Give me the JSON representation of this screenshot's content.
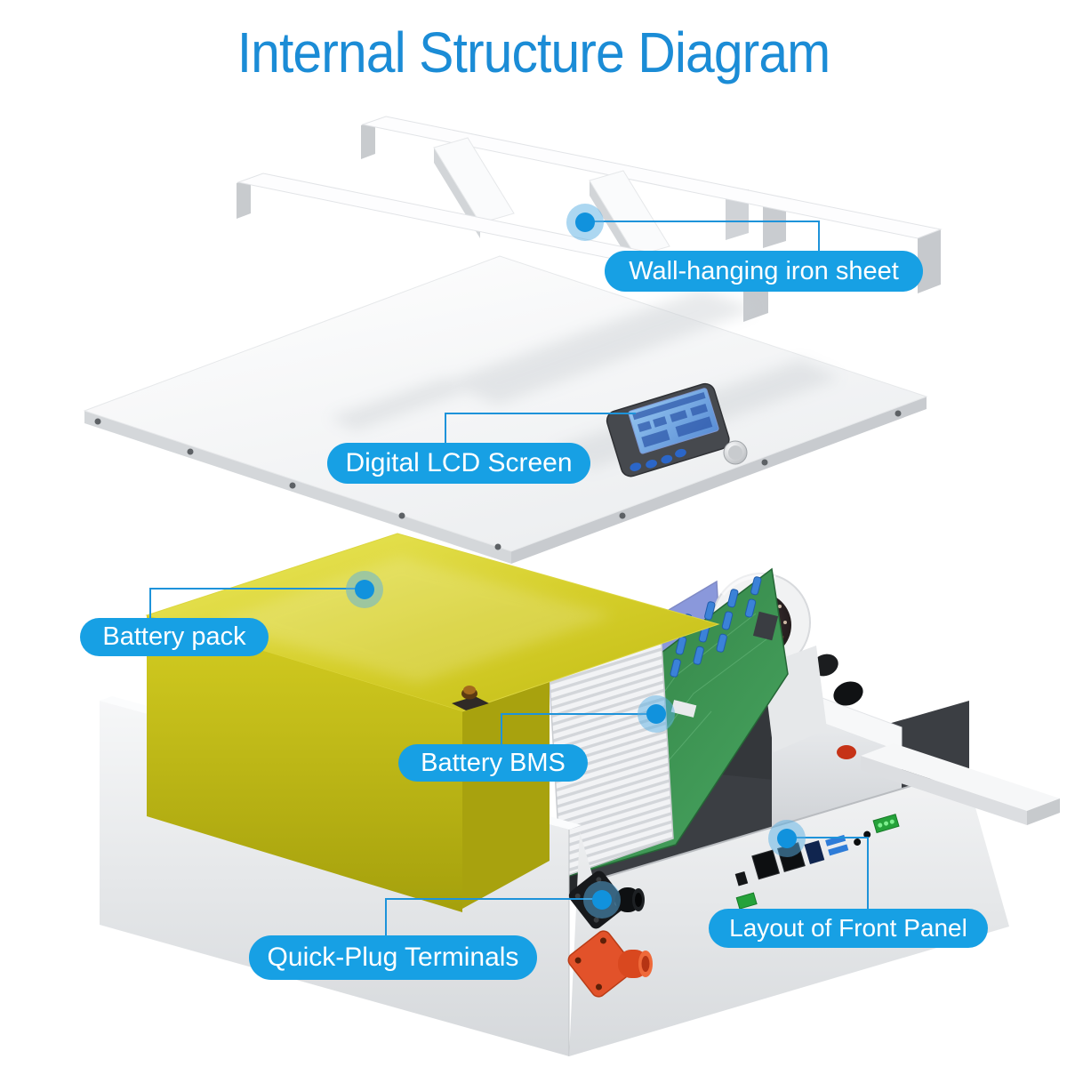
{
  "title": {
    "text": "Internal Structure Diagram"
  },
  "callouts": [
    {
      "id": "wall_sheet",
      "text": "Wall-hanging iron sheet"
    },
    {
      "id": "lcd_screen",
      "text": "Digital LCD Screen"
    },
    {
      "id": "battery_pack",
      "text": "Battery pack"
    },
    {
      "id": "battery_bms",
      "text": "Battery BMS"
    },
    {
      "id": "terminals",
      "text": "Quick-Plug Terminals"
    },
    {
      "id": "front_panel",
      "text": "Layout of Front Panel"
    }
  ],
  "colors": {
    "title_blue": "#1b8cd6",
    "pill_blue": "#17a0e4",
    "leader_blue": "#1e93da",
    "battery_yellow": "#cdc61d",
    "pcb_green": "#3f9a55",
    "terminal_orange": "#e2522a",
    "enclosure_white": "#eef0f2"
  }
}
